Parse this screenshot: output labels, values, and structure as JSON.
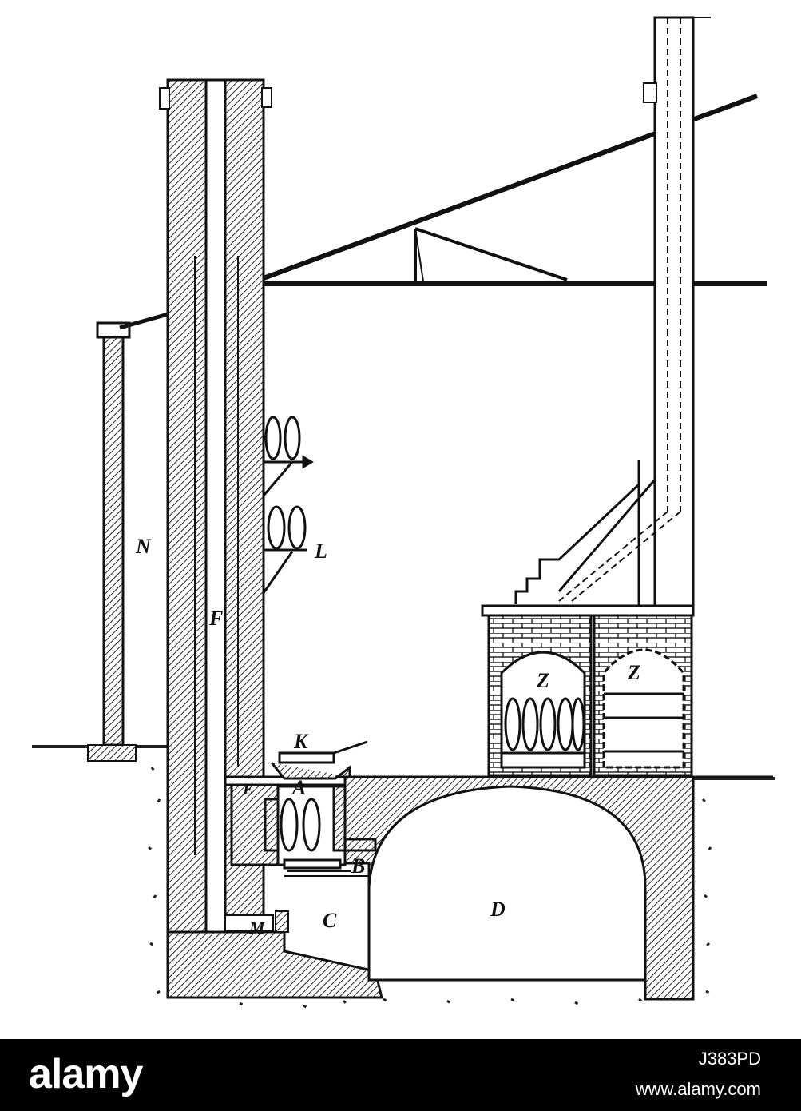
{
  "diagram": {
    "labels": {
      "N": "N",
      "F": "F",
      "L": "L",
      "K": "K",
      "E": "E",
      "A": "A",
      "B": "B",
      "C": "C",
      "M": "M",
      "D": "D",
      "Z1": "Z",
      "Z2": "Z"
    }
  },
  "stock_bar": {
    "logo": "alamy",
    "image_id": "J383PD",
    "url": "www.alamy.com"
  },
  "colors": {
    "ink": "#111111",
    "paper": "#ffffff",
    "bar": "#000000"
  }
}
